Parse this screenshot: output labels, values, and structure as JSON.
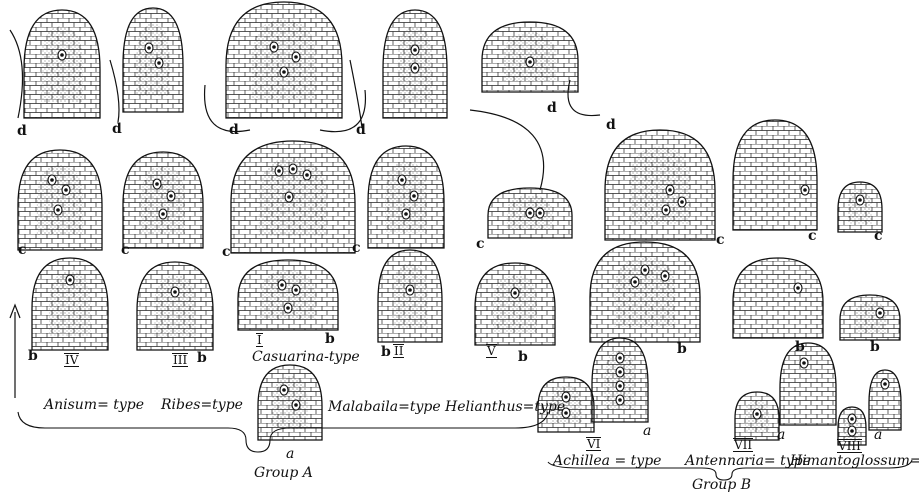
{
  "labels": {
    "d": "d",
    "c": "c",
    "b": "b",
    "a": "a"
  },
  "roman": {
    "i": "I",
    "ii": "II",
    "iii": "III",
    "iv": "IV",
    "v": "V",
    "vi": "VI",
    "vii": "VII",
    "viii": "VIII"
  },
  "types": {
    "anisum": "Anisum= type",
    "ribes": "Ribes=type",
    "casuarina": "Casuarina-type",
    "malabaila": "Malabaila=type",
    "helianthus": "Helianthus=type",
    "achillea": "Achillea = type",
    "antennaria": "Antennaria= type",
    "himantoglossum": "Himantoglossum=type"
  },
  "groups": {
    "a": "Group A",
    "b": "Group B"
  }
}
